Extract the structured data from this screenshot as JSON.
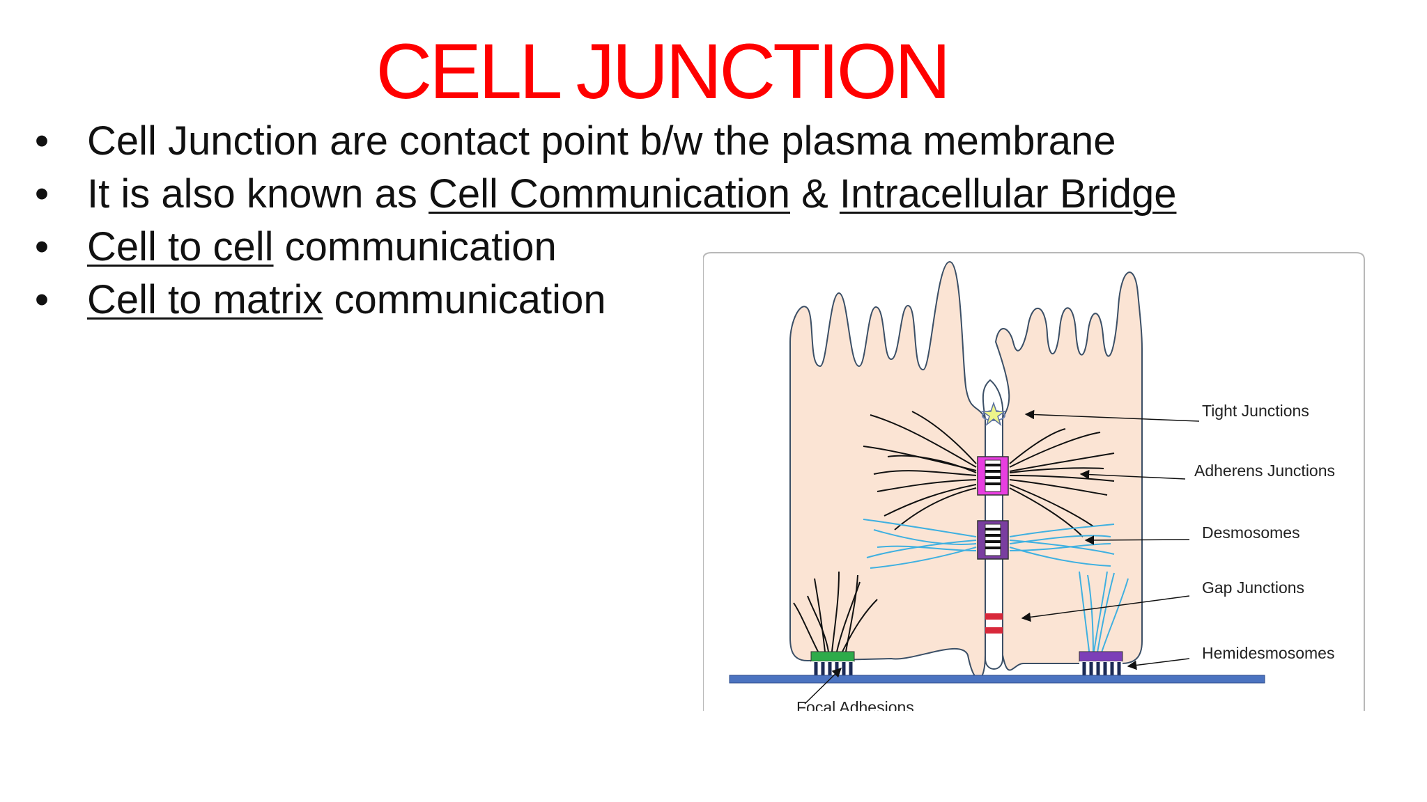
{
  "slide": {
    "title": "CELL JUNCTION",
    "bullet_glyph": "•",
    "bullets": [
      {
        "text": "Cell Junction are contact point b/w the plasma membrane"
      },
      {
        "pre": "It is also known as ",
        "u1": "Cell Communication",
        "mid": " & ",
        "u2": "Intracellular Bridge"
      },
      {
        "u1": "Cell to cell",
        "rest": " communication"
      },
      {
        "u1": "Cell to matrix",
        "rest": " communication"
      }
    ]
  },
  "diagram": {
    "labels": {
      "tight": "Tight Junctions",
      "adherens": "Adherens Junctions",
      "desmosomes": "Desmosomes",
      "gap": "Gap Junctions",
      "hemi": "Hemidesmosomes",
      "focal": "Focal Adhesions"
    },
    "colors": {
      "cell_fill": "#fbe4d4",
      "membrane": "#3b4f66",
      "adherens": "#e83ee0",
      "desmosome": "#7a3ea0",
      "gap": "#d8283a",
      "focal": "#2eab4a",
      "hemi": "#7c3fb8",
      "basement": "#4b73c0",
      "intermediate_filaments": "#3fb0e0",
      "actin": "#111111"
    }
  }
}
